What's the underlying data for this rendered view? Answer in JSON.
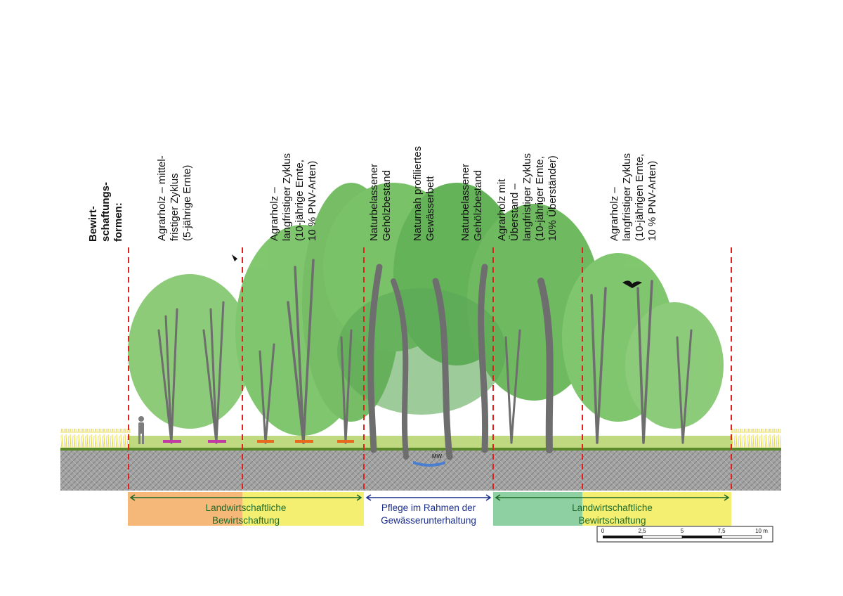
{
  "heading": "Bewirt-\nschaftungs-\nformen:",
  "zone_labels": [
    "Agrarholz – mittel-\nfristiger Zyklus\n(5-jährige Ernte)",
    "Agrarholz –\nlangfristiger Zyklus\n(10-jährige Ernte,\n10 % PNV-Arten)",
    "Naturbelassener\nGehölzbestand",
    "Naturnah profiliertes\nGewässerbett",
    "Naturbelassener\nGehölzbestand",
    "Agrarholz mit\nÜberstand –\nlangfristiger Zyklus\n(10-jähriger Ernte,\n10% Überständer)",
    "Agrarholz –\nlangfristiger Zyklus\n(10-jährigen Ernte,\n10 % PNV-Arten)"
  ],
  "water_label": "MW",
  "management_bars": [
    {
      "text": "Landwirtschaftliche\nBewirtschaftung",
      "color": "#1f6b2c"
    },
    {
      "text": "Pflege im Rahmen der\nGewässerunterhaltung",
      "color": "#1c2f8c"
    },
    {
      "text": "Landwirtschaftliche\nBewirtschaftung",
      "color": "#1f6b2c"
    }
  ],
  "scale_bar": {
    "ticks": [
      "0",
      "2,5",
      "5",
      "7,5",
      "10 m"
    ]
  },
  "colors": {
    "boundary": "#e32020",
    "canopy": "#6bbd55",
    "canopy_dark": "#3f9a39",
    "trunk": "#6e6e6e",
    "soil": "#9a9a9a",
    "meadow": "#e6d94a",
    "grass": "#8fbf3c",
    "orange_zone": "#f5b878",
    "yellow_zone": "#f4ef70",
    "green_zone": "#8fd0a2"
  }
}
